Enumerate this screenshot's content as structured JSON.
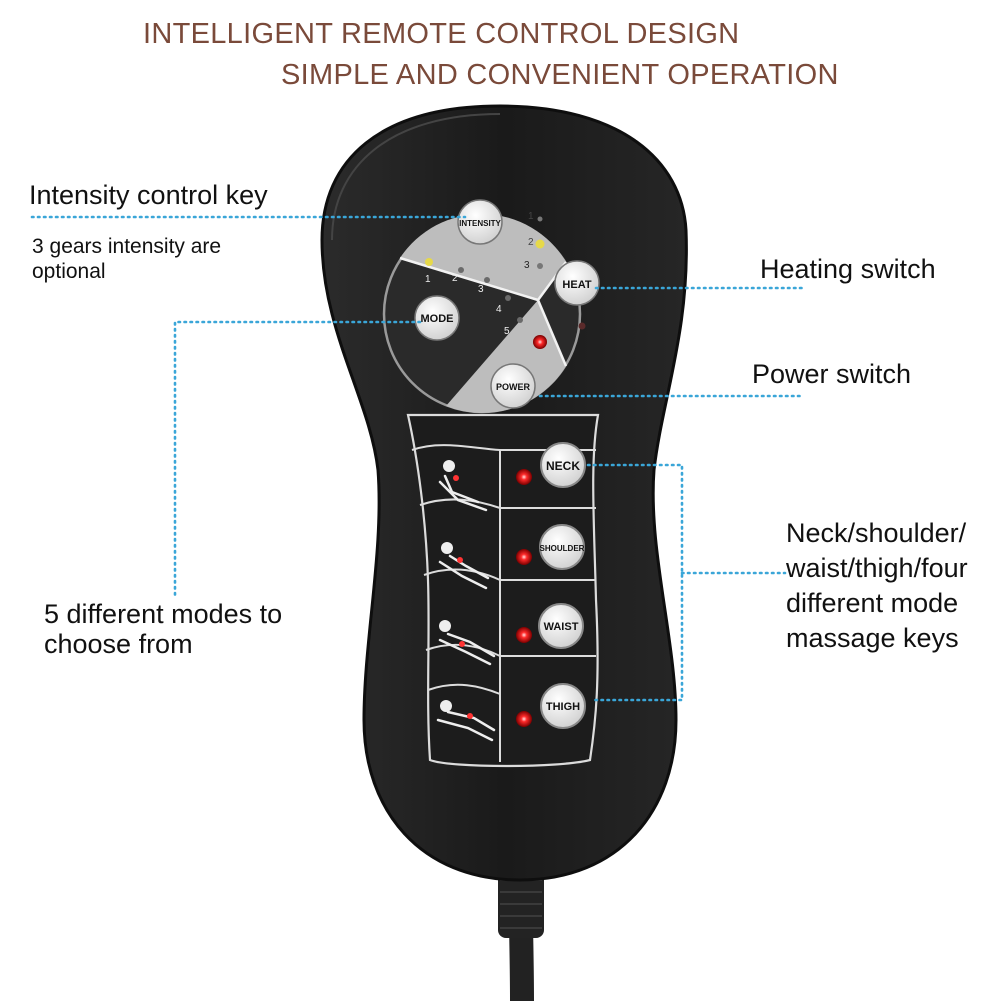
{
  "header": {
    "line1": "INTELLIGENT REMOTE CONTROL DESIGN",
    "line2": "SIMPLE AND CONVENIENT OPERATION"
  },
  "callouts": {
    "intensity_key": "Intensity control key",
    "intensity_note_1": "3 gears intensity are",
    "intensity_note_2": "optional",
    "heating": "Heating switch",
    "power": "Power switch",
    "modes_1": "5 different modes to",
    "modes_2": "choose from",
    "massage_1": "Neck/shoulder/",
    "massage_2": "waist/thigh/four",
    "massage_3": "different mode",
    "massage_4": "massage keys"
  },
  "remote": {
    "intensity_label": "INTENSITY",
    "heat_label": "HEAT",
    "mode_label": "MODE",
    "power_label": "POWER",
    "intensity_levels": [
      "1",
      "2",
      "3"
    ],
    "mode_levels": [
      "1",
      "2",
      "3",
      "4",
      "5"
    ],
    "massage_keys": [
      "NECK",
      "SHOULDER",
      "WAIST",
      "THIGH"
    ],
    "colors": {
      "body": "#1c1c1c",
      "dial": "#b9b9b9",
      "indicator_red": "#ff2a2a",
      "indicator_yellow": "#e6d94a",
      "guide_line": "#3aa6d8"
    }
  }
}
